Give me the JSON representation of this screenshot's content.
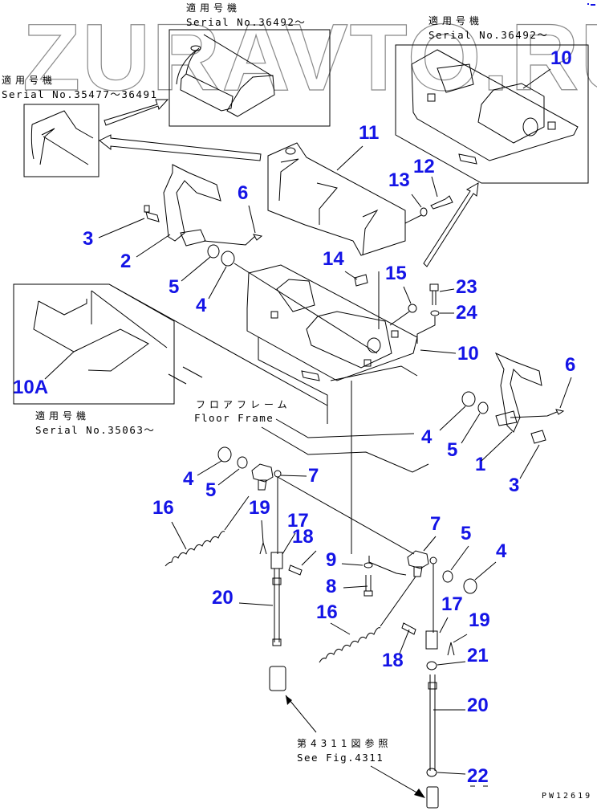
{
  "watermark": "ZURAVTO.RU",
  "drawing_code": "PW12619",
  "accent_color": "#1414e6",
  "notes": {
    "top_center": {
      "jp": "適用号機",
      "serial": "Serial No.36492～"
    },
    "top_right": {
      "jp": "適用号機",
      "serial": "Serial No.36492～"
    },
    "left_top": {
      "jp": "適用号機",
      "serial": "Serial No.35477～36491"
    },
    "left_bottom": {
      "jp": "適用号機",
      "serial": "Serial No.35063～"
    },
    "floor_frame": {
      "jp": "フロアフレーム",
      "en": "Floor Frame"
    },
    "see_fig": {
      "jp": "第4311図参照",
      "en": "See Fig.4311"
    }
  },
  "part_labels": {
    "p10_inset": "10",
    "p11": "11",
    "p12": "12",
    "p13": "13",
    "p6_left": "6",
    "p3_left": "3",
    "p2": "2",
    "p5_left": "5",
    "p4_left": "4",
    "p14": "14",
    "p15": "15",
    "p23": "23",
    "p24": "24",
    "p10": "10",
    "p10A": "10A",
    "p6_right": "6",
    "p4_mid": "4",
    "p5_mid": "5",
    "p1": "1",
    "p3_right": "3",
    "p4_lower": "4",
    "p5_lower": "5",
    "p7_left": "7",
    "p16_left": "16",
    "p19_left": "19",
    "p17_left": "17",
    "p18_left": "18",
    "p9": "9",
    "p8": "8",
    "p20_left": "20",
    "p16_right": "16",
    "p7_right": "7",
    "p5_right": "5",
    "p4_right": "4",
    "p17_right": "17",
    "p19_right": "19",
    "p18_right": "18",
    "p21": "21",
    "p20_right": "20",
    "p22": "22"
  }
}
